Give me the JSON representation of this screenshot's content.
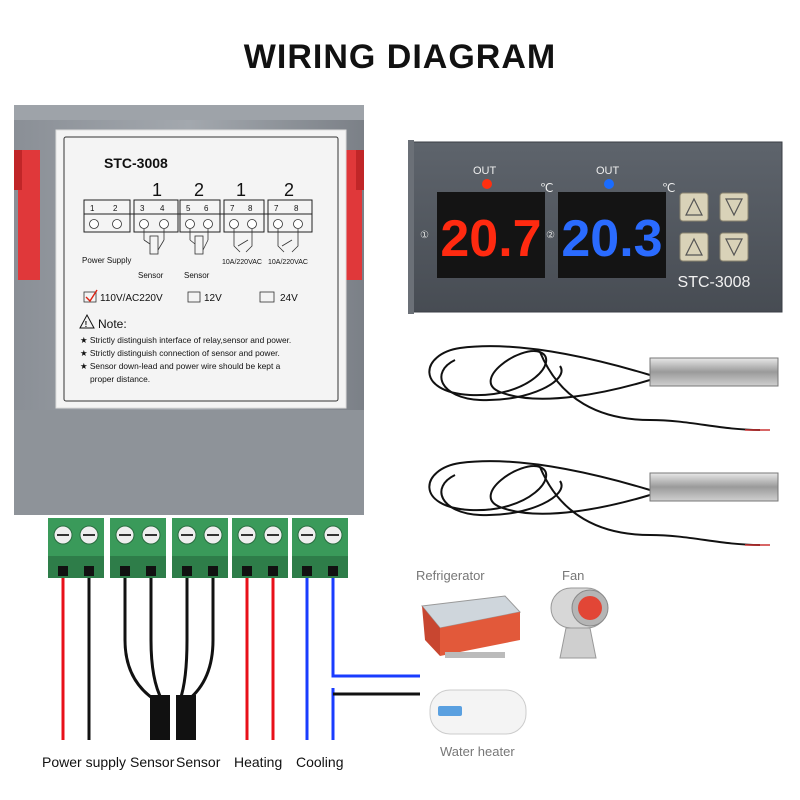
{
  "title": "WIRING DIAGRAM",
  "controller": {
    "model": "STC-3008",
    "channel_numbers": [
      "1",
      "2",
      "1",
      "2"
    ],
    "terminal_numbers": [
      "1",
      "2",
      "3",
      "4",
      "5",
      "6",
      "7",
      "8",
      "7",
      "8"
    ],
    "terminal_labels": [
      "Power Supply",
      "Sensor",
      "Sensor",
      "10A/220VAC",
      "10A/220VAC"
    ],
    "voltage_options": [
      "110V/AC220V",
      "12V",
      "24V"
    ],
    "note_title": "Note:",
    "notes": [
      "Strictly distinguish interface of relay,sensor and power.",
      "Strictly distinguish connection of sensor and power.",
      "Sensor down-lead and power wire should be kept a",
      "proper distance."
    ]
  },
  "panel": {
    "out1_label": "OUT",
    "out2_label": "OUT",
    "unit1": "℃",
    "unit2": "℃",
    "channel1_mark": "①",
    "channel2_mark": "②",
    "display1": "20.7",
    "display2": "20.3",
    "model": "STC-3008",
    "colors": {
      "display1": "#ff2a10",
      "display2": "#2a6bff",
      "led1": "#ff3010",
      "led2": "#1a6cff"
    }
  },
  "devices": {
    "refrigerator": "Refrigerator",
    "fan": "Fan",
    "water_heater": "Water heater"
  },
  "wire_labels": [
    "Power supply",
    "Sensor",
    "Sensor",
    "Heating",
    "Cooling"
  ],
  "colors": {
    "red_wire": "#e8101a",
    "blue_wire": "#1a3cff",
    "black_wire": "#111111",
    "terminal_green": "#3a9a5a"
  }
}
